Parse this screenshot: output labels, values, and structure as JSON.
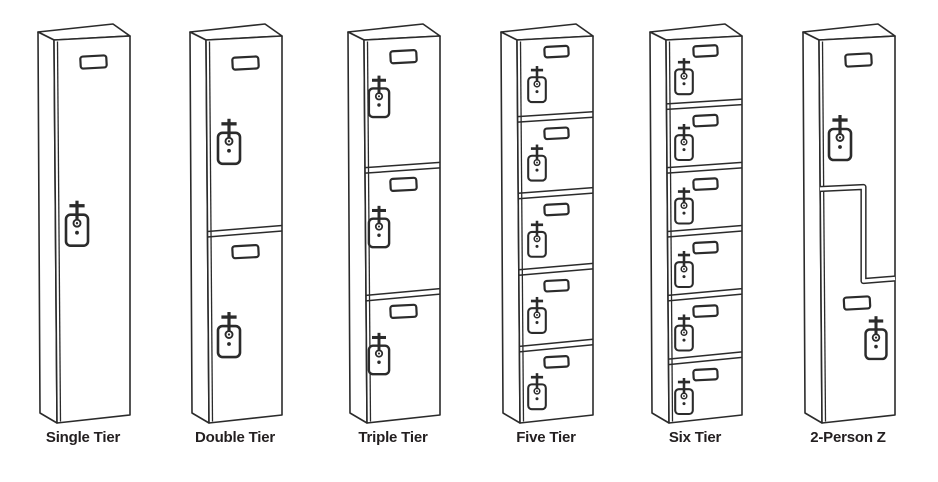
{
  "figure": {
    "background_color": "#ffffff",
    "line_color": "#2b2b2b",
    "label_color": "#231f20",
    "lockers": [
      {
        "id": "single-tier",
        "label": "Single Tier",
        "type": "standard",
        "tiers": 1,
        "compartments": 1
      },
      {
        "id": "double-tier",
        "label": "Double Tier",
        "type": "standard",
        "tiers": 2,
        "compartments": 2
      },
      {
        "id": "triple-tier",
        "label": "Triple Tier",
        "type": "standard",
        "tiers": 3,
        "compartments": 3
      },
      {
        "id": "five-tier",
        "label": "Five Tier",
        "type": "standard",
        "tiers": 5,
        "compartments": 5
      },
      {
        "id": "six-tier",
        "label": "Six Tier",
        "type": "standard",
        "tiers": 6,
        "compartments": 6
      },
      {
        "id": "two-person-z",
        "label": "2-Person Z",
        "type": "z",
        "tiers": 2,
        "compartments": 2
      }
    ]
  }
}
